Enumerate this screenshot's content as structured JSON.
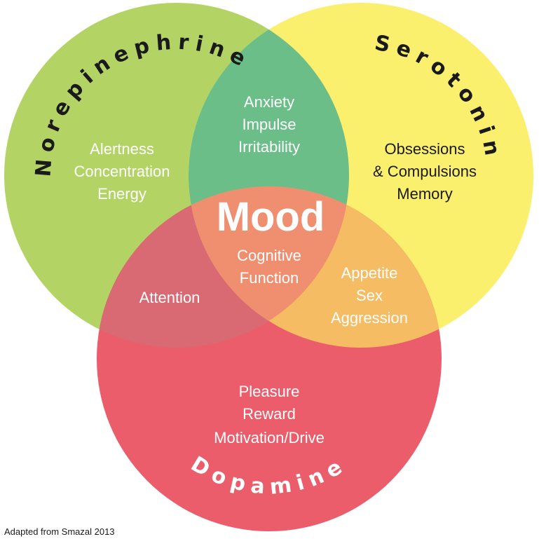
{
  "circles": {
    "norepinephrine": {
      "title": "Norepinephrine",
      "color": "#b3d465",
      "lines": [
        "Alertness",
        "Concentration",
        "Energy"
      ]
    },
    "serotonin": {
      "title": "Serotonin",
      "color": "#fbef6e",
      "lines": [
        "Obsessions",
        "& Compulsions",
        "Memory"
      ]
    },
    "dopamine": {
      "title": "Dopamine",
      "color": "#eb5d6a",
      "lines": [
        "Pleasure",
        "Reward",
        "Motivation/Drive"
      ]
    }
  },
  "overlaps": {
    "norepinephrine_serotonin": {
      "color": "#6bbe88",
      "lines": [
        "Anxiety",
        "Impulse",
        "Irritability"
      ]
    },
    "norepinephrine_dopamine": {
      "color": "#d96a74",
      "lines": [
        "Attention"
      ]
    },
    "serotonin_dopamine": {
      "color": "#f5bc63",
      "lines": [
        "Appetite",
        "Sex",
        "Aggression"
      ]
    },
    "center": {
      "color": "#ef8f70",
      "title": "Mood",
      "lines": [
        "Cognitive",
        "Function"
      ]
    }
  },
  "source": "Adapted from Smazal 2013"
}
